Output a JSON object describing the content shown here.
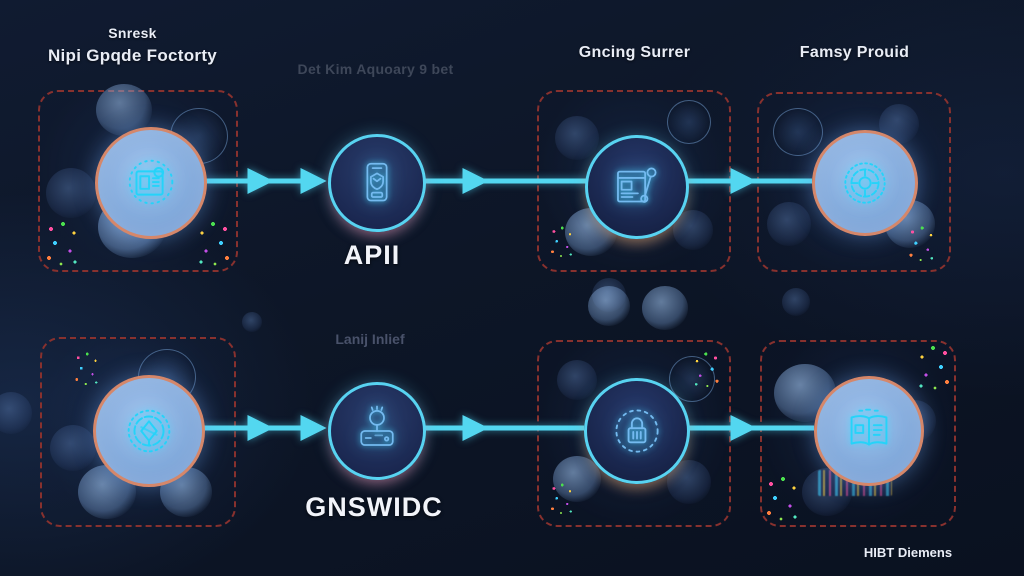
{
  "headings": {
    "col1_line1": "Snresk",
    "col1_line2": "Nipi Gpqde Foctorty",
    "col2": "Det Kim Aquoary 9 bet",
    "col3": "Gncing Surrer",
    "col4": "Famsy Prouid"
  },
  "row1": {
    "center_label": "APII",
    "nodes": [
      {
        "icon": "document-chip-icon",
        "style": "warm",
        "boxed": true
      },
      {
        "icon": "phone-shield-icon",
        "style": "cool",
        "boxed": false
      },
      {
        "icon": "window-wrench-icon",
        "style": "cool",
        "boxed": true
      },
      {
        "icon": "gear-emblem-icon",
        "style": "warm",
        "boxed": true
      }
    ]
  },
  "row2": {
    "header": "Lanij Inlief",
    "center_label": "GNSWIDC",
    "nodes": [
      {
        "icon": "circular-emblem-icon",
        "style": "warm",
        "boxed": true
      },
      {
        "icon": "flask-machine-icon",
        "style": "cool",
        "boxed": false
      },
      {
        "icon": "padlock-emblem-icon",
        "style": "cool",
        "boxed": true
      },
      {
        "icon": "book-icon",
        "style": "warm",
        "boxed": true
      }
    ]
  },
  "footer": {
    "label": "HIBT Diemens"
  },
  "colors": {
    "background": "#0d1627",
    "box_border": "#88312e",
    "warm_node_border": "#d5876a",
    "warm_node_fill": "#84abdc",
    "cool_node_border": "#58d3f1",
    "cool_node_fill": "#1a2750",
    "arrow": "#53d7f0",
    "heading_text": "#e9edf6",
    "faded_text": "#49526a"
  }
}
